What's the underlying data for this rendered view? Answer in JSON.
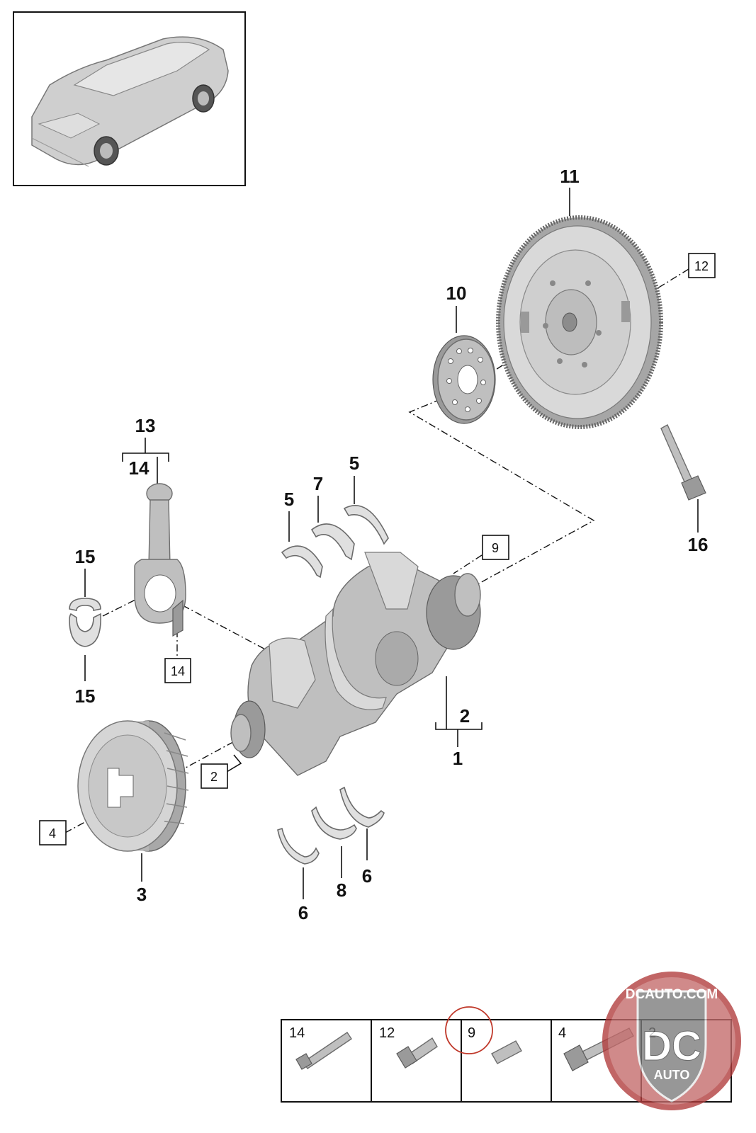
{
  "callouts": {
    "c1": "1",
    "c2": "2",
    "c3": "3",
    "c5a": "5",
    "c5b": "5",
    "c6a": "6",
    "c6b": "6",
    "c7": "7",
    "c8": "8",
    "c10": "10",
    "c11": "11",
    "c13": "13",
    "c14": "14",
    "c15a": "15",
    "c15b": "15",
    "c16": "16"
  },
  "boxed_refs": {
    "b2": "2",
    "b4": "4",
    "b9": "9",
    "b12": "12",
    "b14": "14"
  },
  "hardware_table": [
    {
      "label": "14"
    },
    {
      "label": "12"
    },
    {
      "label": "9",
      "highlighted": true
    },
    {
      "label": "4"
    },
    {
      "label": "2"
    }
  ],
  "watermark": {
    "text": "DCAUTO.COM",
    "logo": "DC",
    "sub": "AUTO"
  },
  "colors": {
    "highlight_circle": "#c0392b",
    "watermark_red": "#b03a3a"
  }
}
